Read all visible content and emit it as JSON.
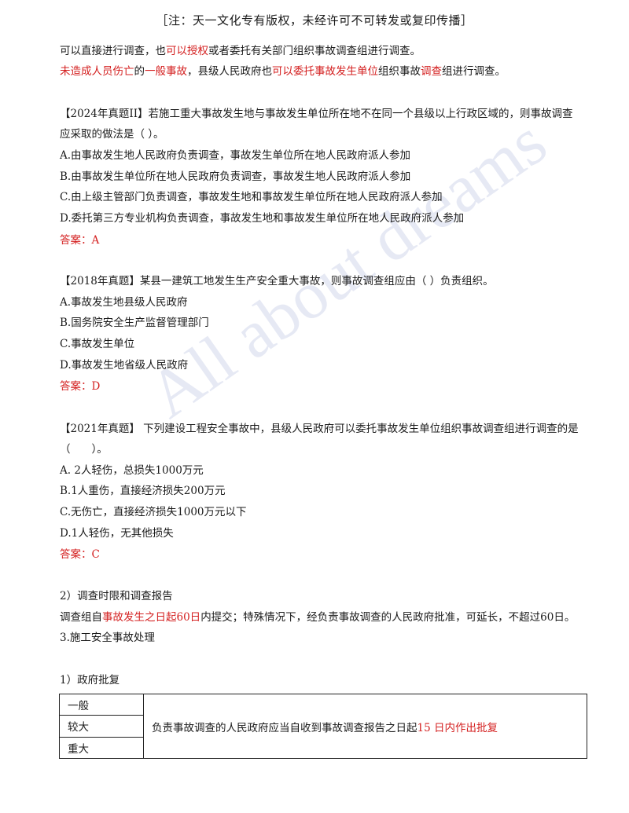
{
  "header": "［注：天一文化专有版权，未经许可不可转发或复印传播］",
  "watermark": "All about dreams",
  "intro": {
    "line1": {
      "a": "可以直接进行调查，也",
      "b": "可以授权",
      "c": "或者委托有关部门组织事故调查组进行调查。"
    },
    "line2": {
      "a": "未造成人员伤亡",
      "b": "的",
      "c": "一般事故",
      "d": "，县级人民政府也",
      "e": "可以委托事故发生单位",
      "f": "组织事故",
      "g": "调查",
      "h": "组进行调查。"
    }
  },
  "questions": [
    {
      "stem_line1": "【2024年真题II】若施工重大事故发生地与事故发生单位所在地不在同一个县级以上行政区域的，则事故调查",
      "stem_line2": "应采取的做法是（ ）。",
      "options": [
        "A.由事故发生地人民政府负责调查，事故发生单位所在地人民政府派人参加",
        "B.由事故发生单位所在地人民政府负责调查，事故发生地人民政府派人参加",
        "C.由上级主管部门负责调查，事故发生地和事故发生单位所在地人民政府派人参加",
        "D.委托第三方专业机构负责调查，事故发生地和事故发生单位所在地人民政府派人参加"
      ],
      "answer": "答案：A"
    },
    {
      "stem_line1": "【2018年真题】某县一建筑工地发生生产安全重大事故，则事故调查组应由（ ）负责组织。",
      "options": [
        "A.事故发生地县级人民政府",
        "B.国务院安全生产监督管理部门",
        "C.事故发生单位",
        "D.事故发生地省级人民政府"
      ],
      "answer": "答案：D"
    },
    {
      "stem_line1": "【2021年真题】 下列建设工程安全事故中，县级人民政府可以委托事故发生单位组织事故调查组进行调查的是",
      "stem_line2": "（　　）。",
      "options": [
        "A.  2人轻伤，总损失1000万元",
        "B.1人重伤，直接经济损失200万元",
        "C.无伤亡，直接经济损失1000万元以下",
        "D.1人轻伤，无其他损失"
      ],
      "answer": "答案：C"
    }
  ],
  "section2": {
    "heading": "2）调查时限和调查报告",
    "text": {
      "a": "调查组自",
      "b": "事故发生之日起60日",
      "c": "内提交；特殊情况下，经负责事故调查的人民政府批准，可延长，不超过60日。"
    }
  },
  "section3": {
    "heading": "3.施工安全事故处理"
  },
  "section3_1": {
    "heading": "1）政府批复"
  },
  "table": {
    "levels": [
      "一般",
      "较大",
      "重大"
    ],
    "content": {
      "a": "负责事故调查的人民政府应当自收到事故调查报告之日起 ",
      "b": "15 日内作出批复"
    }
  }
}
